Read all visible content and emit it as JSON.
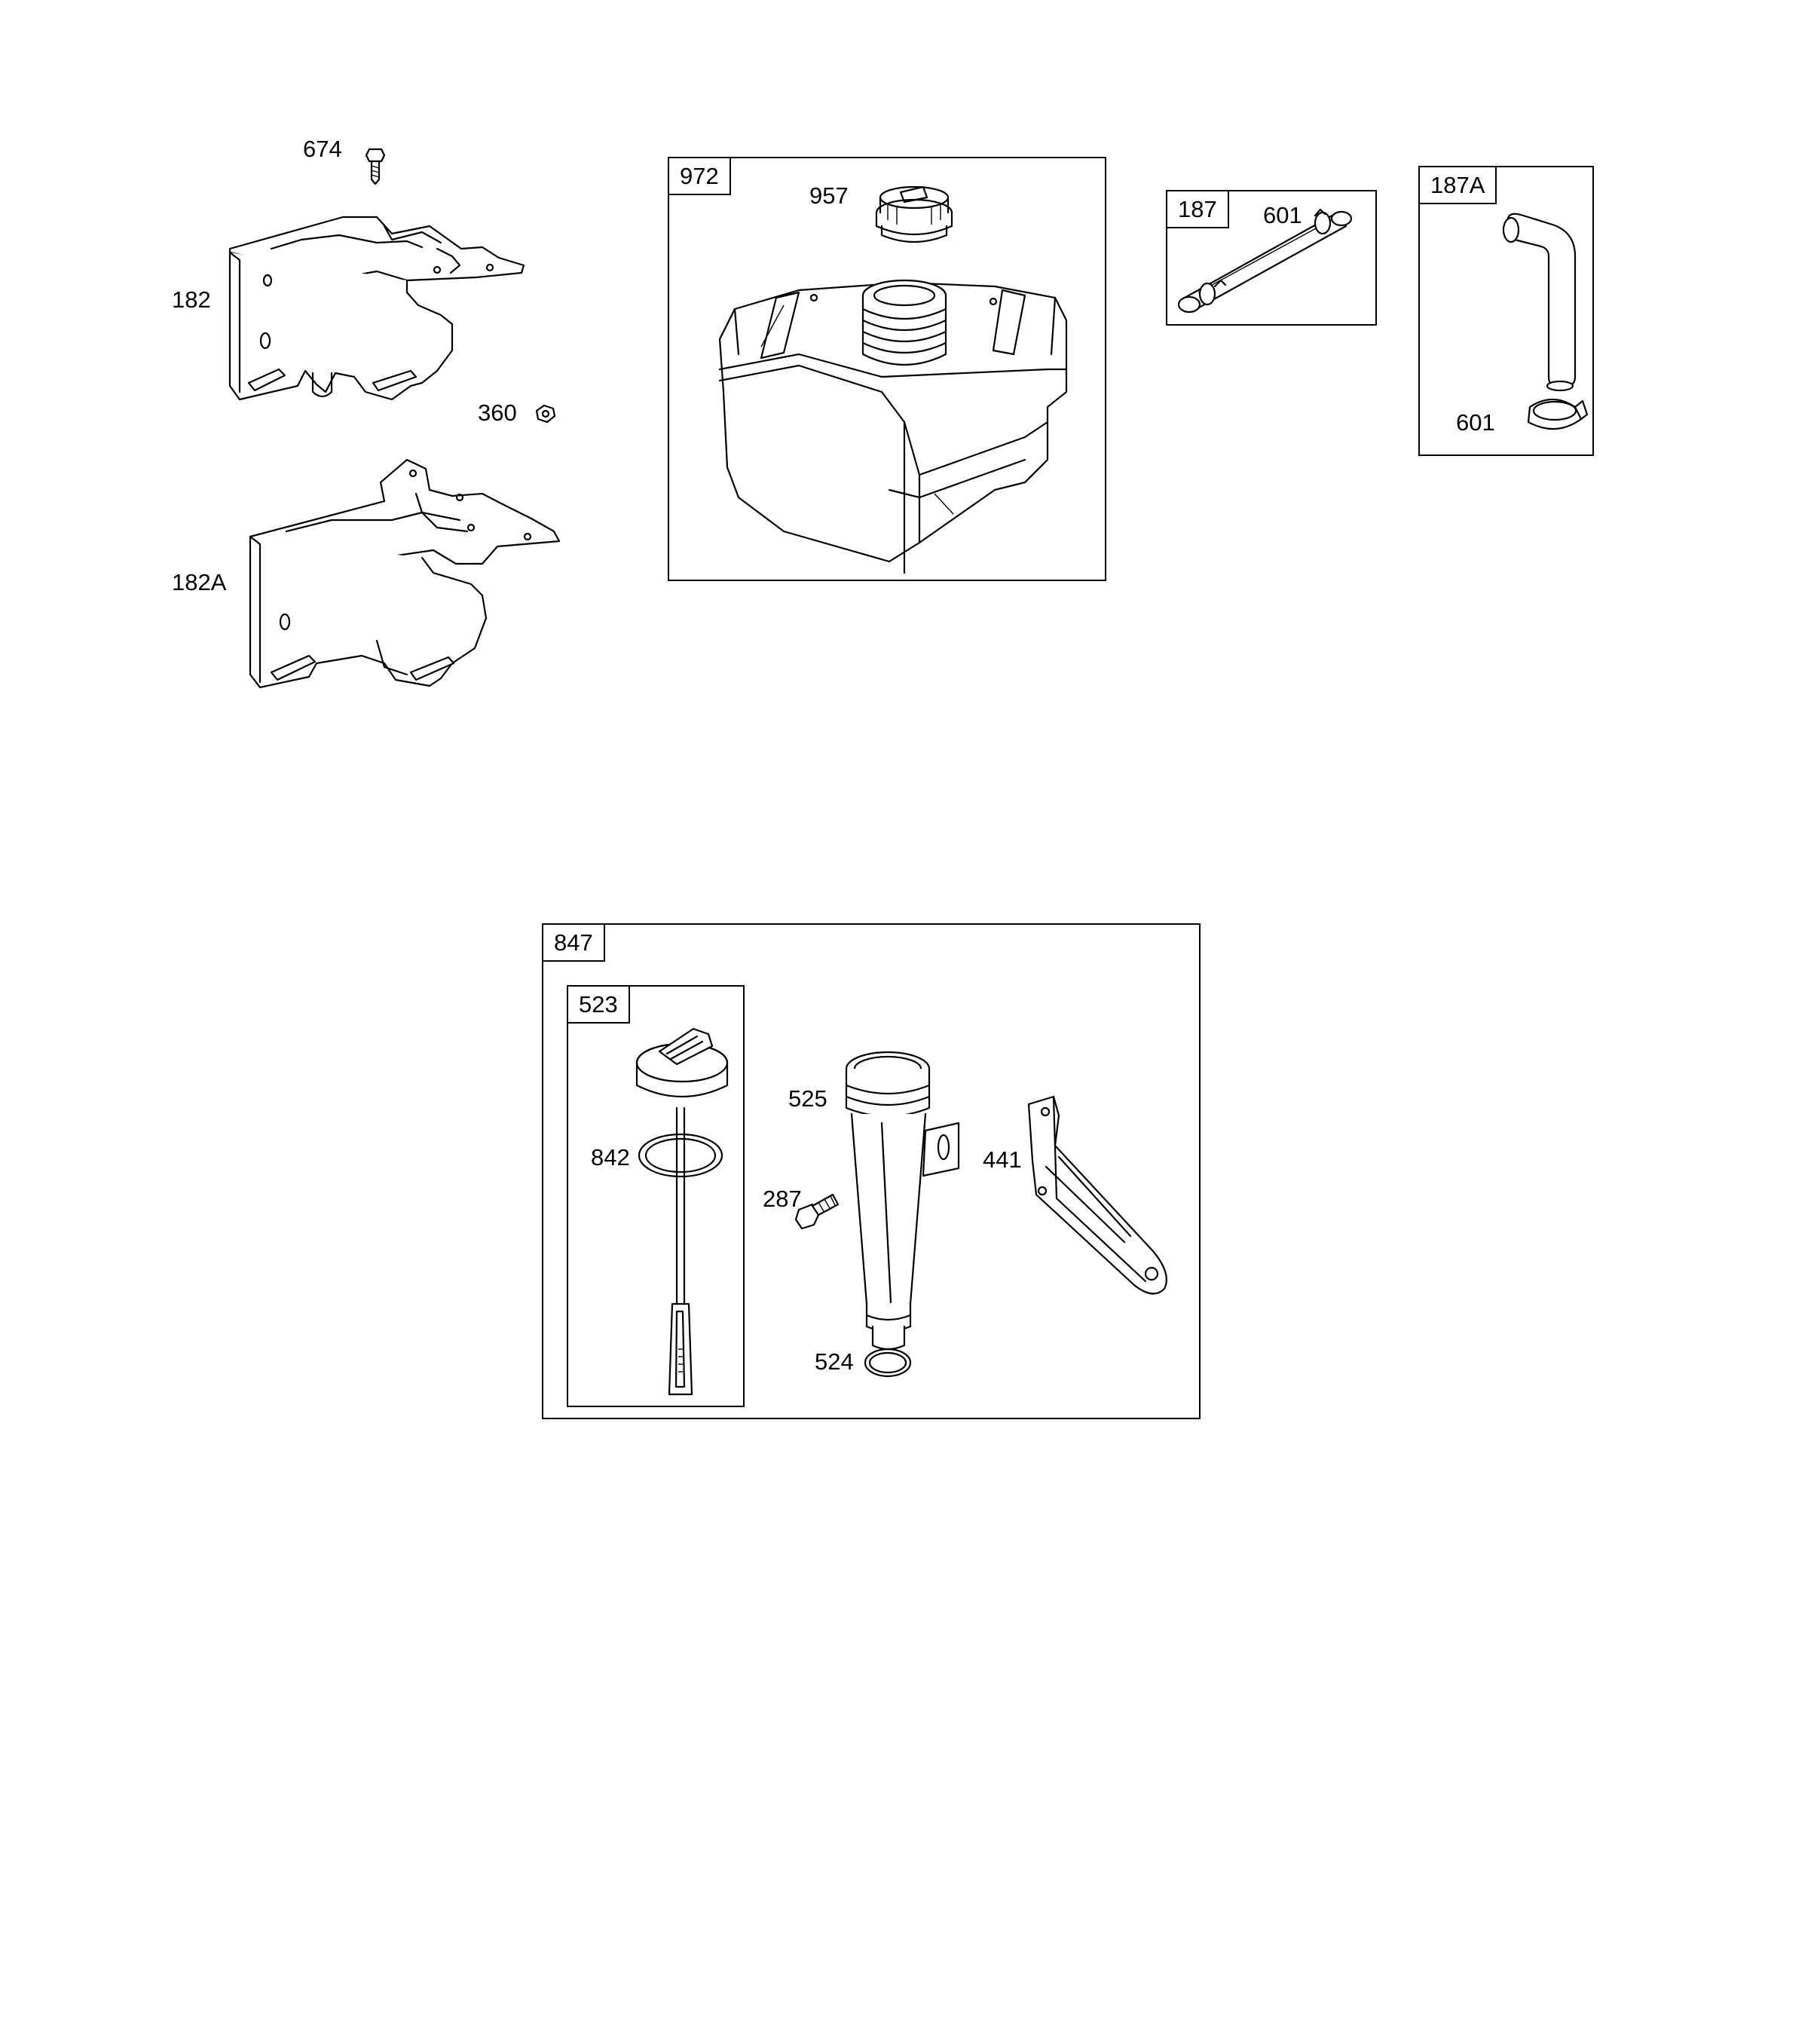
{
  "parts": {
    "p674": "674",
    "p182": "182",
    "p360": "360",
    "p182A": "182A",
    "p972": "972",
    "p957": "957",
    "p187": "187",
    "p601_hose": "601",
    "p187A": "187A",
    "p601_clamp": "601",
    "p847": "847",
    "p523": "523",
    "p842": "842",
    "p525": "525",
    "p287": "287",
    "p441": "441",
    "p524": "524"
  }
}
